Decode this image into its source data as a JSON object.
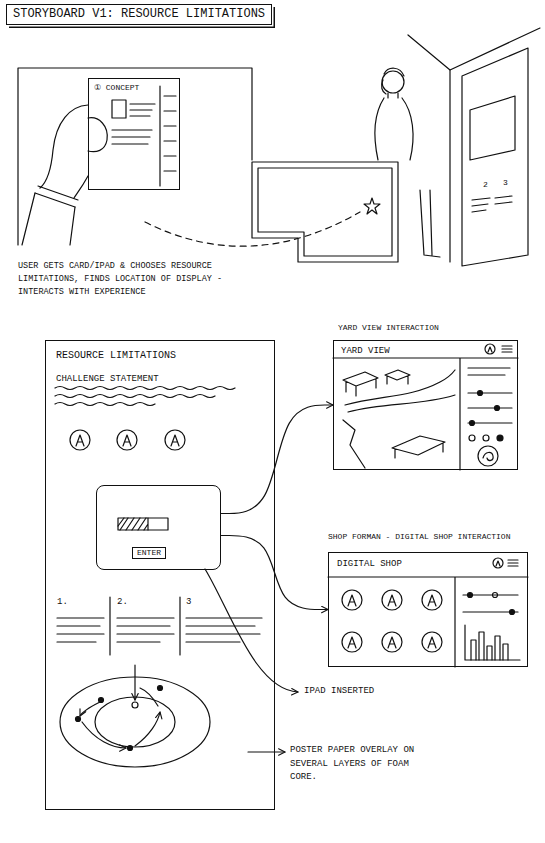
{
  "diagram": {
    "title": "STORYBOARD V1: RESOURCE LIMITATIONS",
    "nodes": [
      {
        "text": [
          "① CONCEPT"
        ]
      },
      {
        "text": [
          "RESOURCE LIMITATIONS",
          "CHALLENGE STATEMENT"
        ]
      },
      {
        "text": [
          "ENTER"
        ],
        "in": 1
      },
      {
        "text": [
          "YARD VIEW INTERACTION",
          "YARD VIEW"
        ]
      },
      {
        "text": [
          "SHOP FORMAN - DIGITAL SHOP INTERACTION",
          "DIGITAL SHOP"
        ]
      }
    ],
    "edges": [
      {
        "from": 2,
        "to": 3,
        "arrow": "to"
      },
      {
        "from": 2,
        "to": 4,
        "arrow": "to"
      }
    ],
    "labels": [
      "USER GETS CARD/IPAD & CHOOSES RESOURCE LIMITATIONS, FINDS LOCATION OF DISPLAY - INTERACTS WITH EXPERIENCE",
      "1.",
      "2.",
      "3",
      "IPAD INSERTED",
      "POSTER PAPER OVERLAY ON SEVERAL LAYERS OF FOAM CORE.",
      "2",
      "3"
    ]
  }
}
